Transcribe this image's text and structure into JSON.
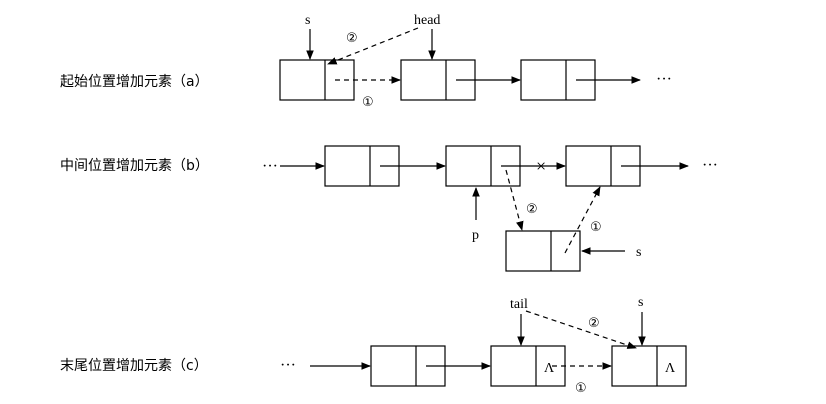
{
  "rows": {
    "a": {
      "caption": "起始位置增加元素（a）"
    },
    "b": {
      "caption": "中间位置增加元素（b）"
    },
    "c": {
      "caption": "末尾位置增加元素（c）"
    }
  },
  "labels": {
    "s": "s",
    "head": "head",
    "p": "p",
    "tail": "tail",
    "step1": "①",
    "step2": "②",
    "ellipsis": "···",
    "null_mark": "Λ",
    "cut_mark": "×"
  }
}
